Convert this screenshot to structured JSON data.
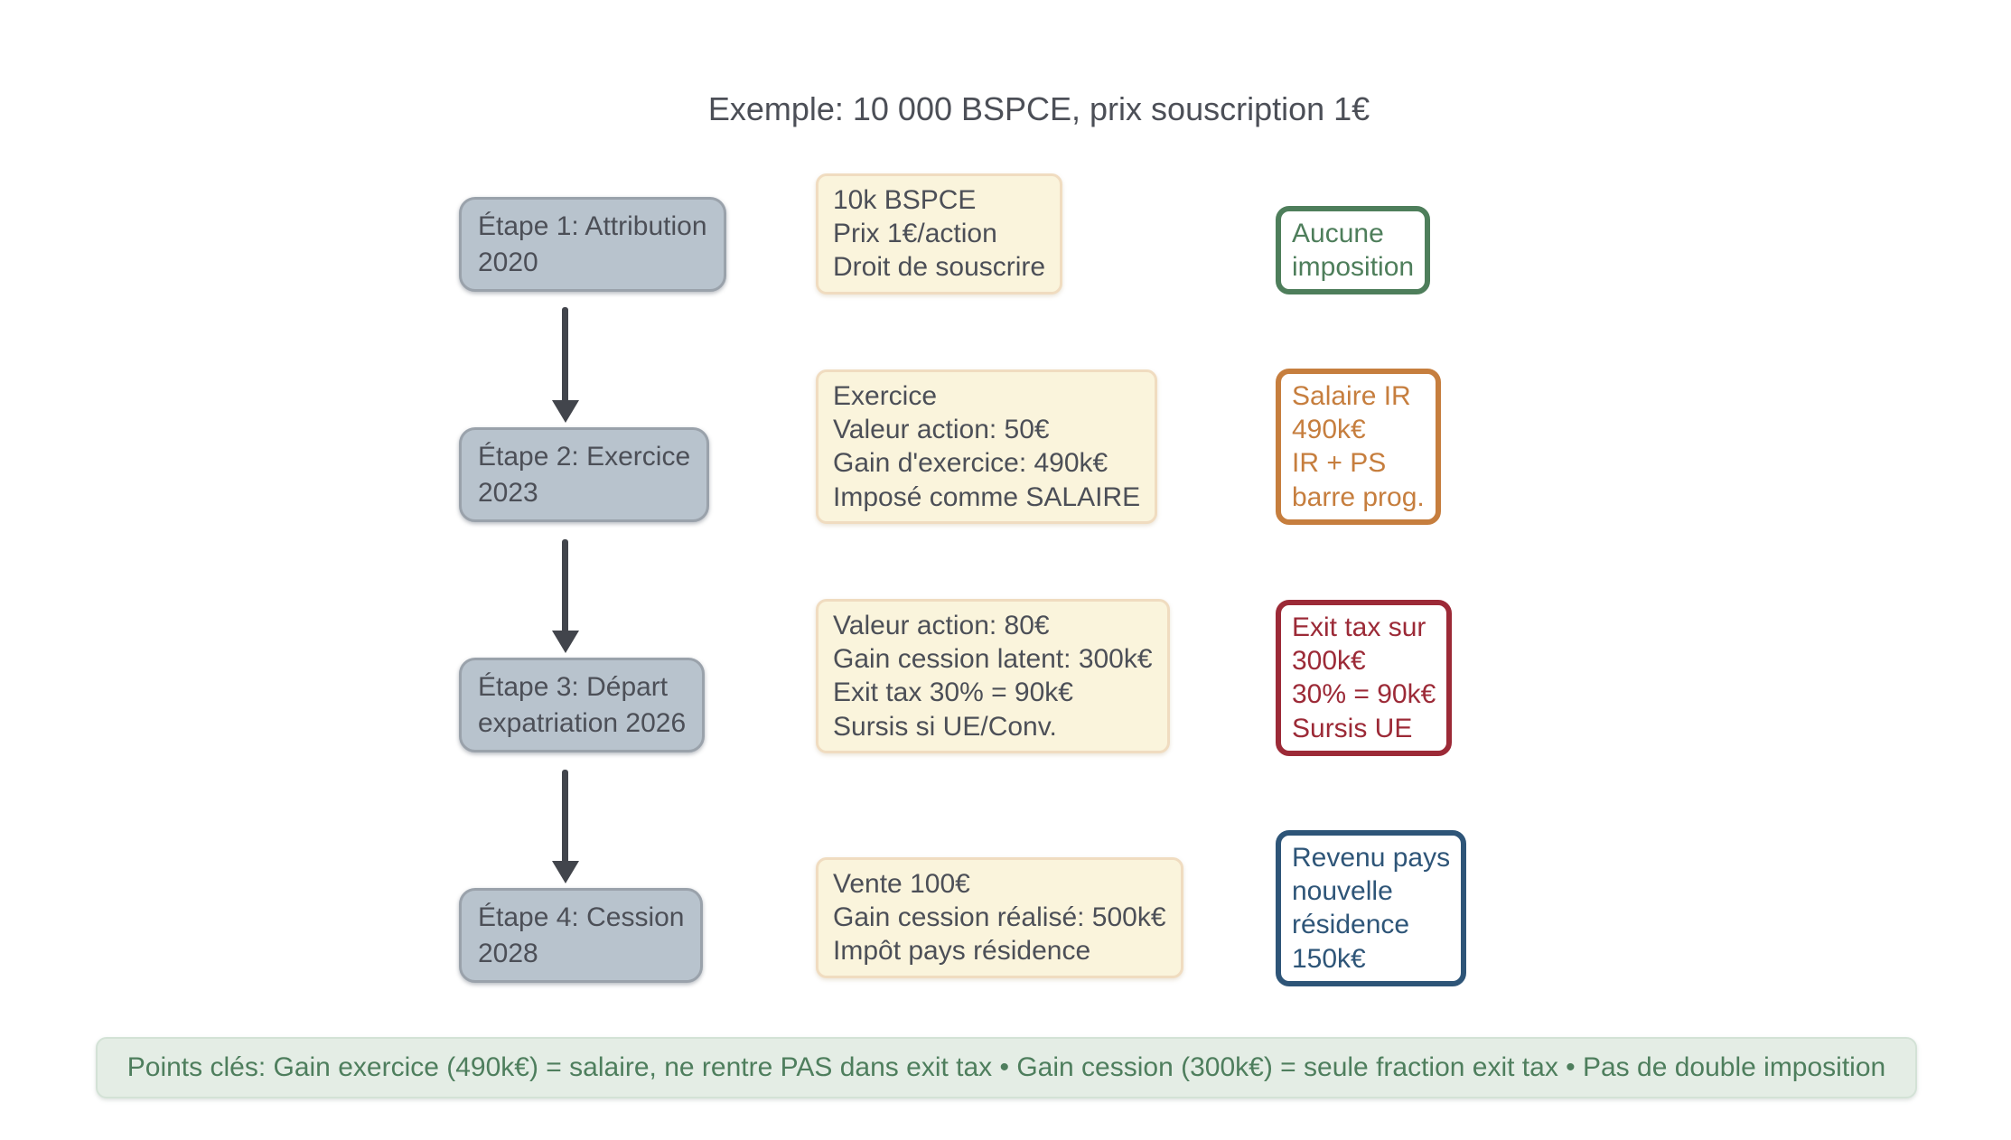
{
  "title": "Exemple: 10 000 BSPCE, prix souscription 1€",
  "colors": {
    "stage_fill": "#b8c3cd",
    "stage_border": "#9aa2ab",
    "stage_text": "#4c4f57",
    "detail_fill": "#faf4dc",
    "detail_border": "#f0dcc0",
    "detail_text": "#4c4f57",
    "arrow": "#42454c",
    "tax_none": "#4e7e5b",
    "tax_salary": "#c67e3e",
    "tax_exit": "#9c2a37",
    "tax_residence": "#2e5578",
    "footer_fill": "#e4ede5",
    "footer_border": "#d3e2d6",
    "footer_text": "#4e7e5d"
  },
  "steps": [
    {
      "stage": "Étape 1: Attribution\n2020",
      "detail": "10k BSPCE\nPrix 1€/action\nDroit de souscrire",
      "tax": "Aucune\nimposition"
    },
    {
      "stage": "Étape 2: Exercice\n2023",
      "detail": "Exercice\nValeur action: 50€\nGain d'exercice: 490k€\nImposé comme SALAIRE",
      "tax": "Salaire IR\n490k€\nIR + PS\nbarre prog."
    },
    {
      "stage": "Étape 3: Départ\nexpatriation 2026",
      "detail": "Valeur action: 80€\nGain cession latent: 300k€\nExit tax 30% = 90k€\nSursis si UE/Conv.",
      "tax": "Exit tax sur\n300k€\n30% = 90k€\nSursis UE"
    },
    {
      "stage": "Étape 4: Cession\n2028",
      "detail": "Vente 100€\nGain cession réalisé: 500k€\nImpôt pays résidence",
      "tax": "Revenu pays\nnouvelle\nrésidence\n150k€"
    }
  ],
  "footer": "Points clés: Gain exercice (490k€) = salaire, ne rentre PAS dans exit tax • Gain cession (300k€) = seule fraction exit tax • Pas de double imposition"
}
